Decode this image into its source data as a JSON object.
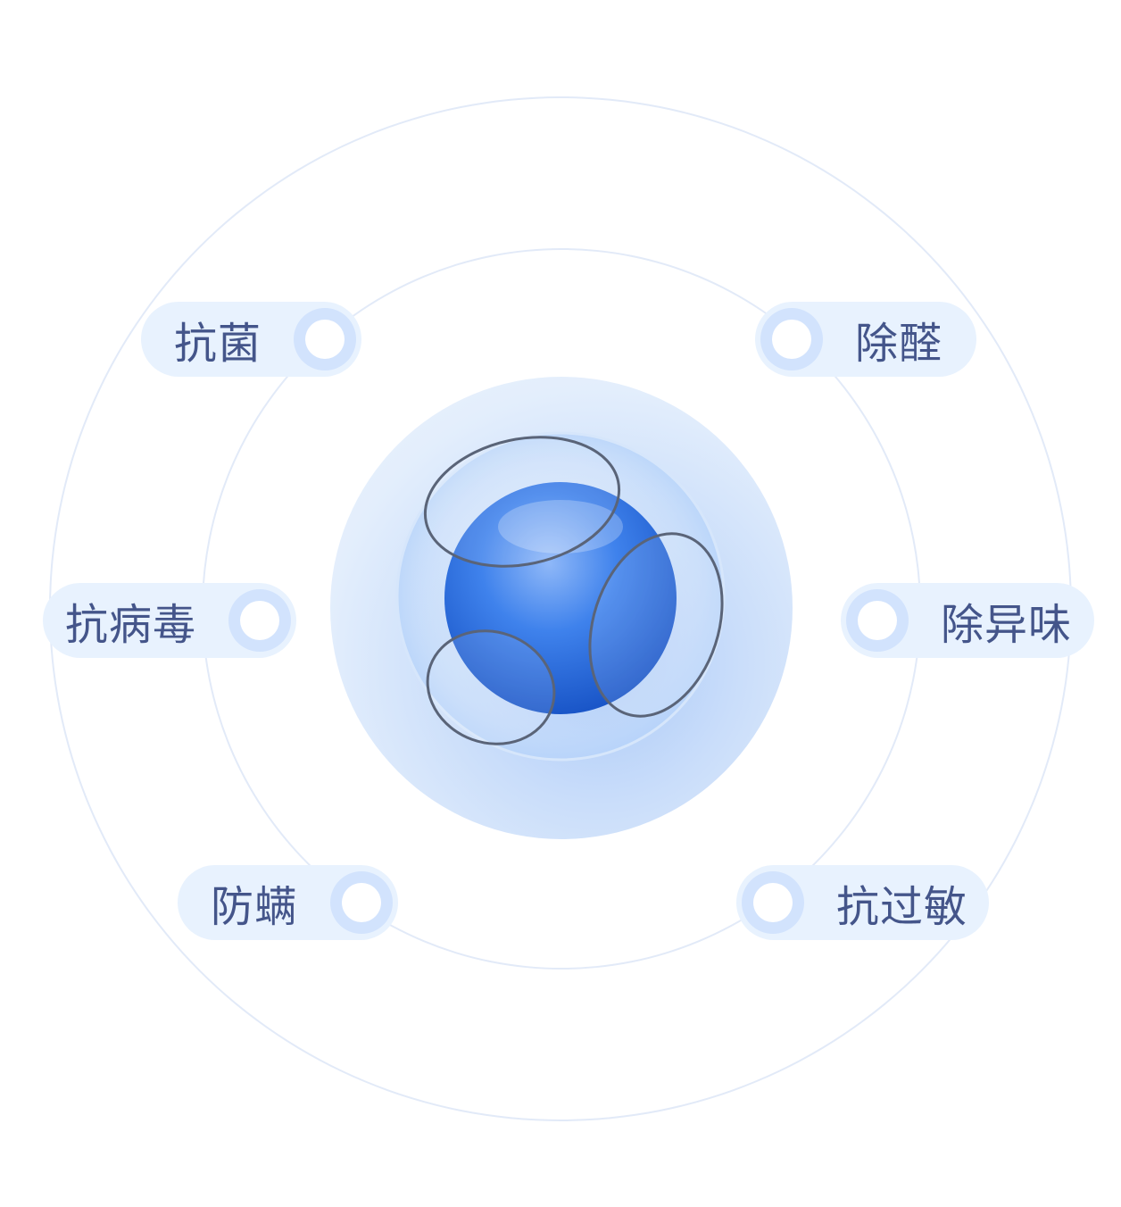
{
  "features": [
    {
      "label": "抗菌"
    },
    {
      "label": "除醛"
    },
    {
      "label": "抗病毒"
    },
    {
      "label": "除异味"
    },
    {
      "label": "防螨"
    },
    {
      "label": "抗过敏"
    }
  ],
  "colors": {
    "pill_bg": "#e8f2fe",
    "text": "#44558a",
    "ring": "#d2e3fd",
    "sphere": "#2f6fe0"
  }
}
